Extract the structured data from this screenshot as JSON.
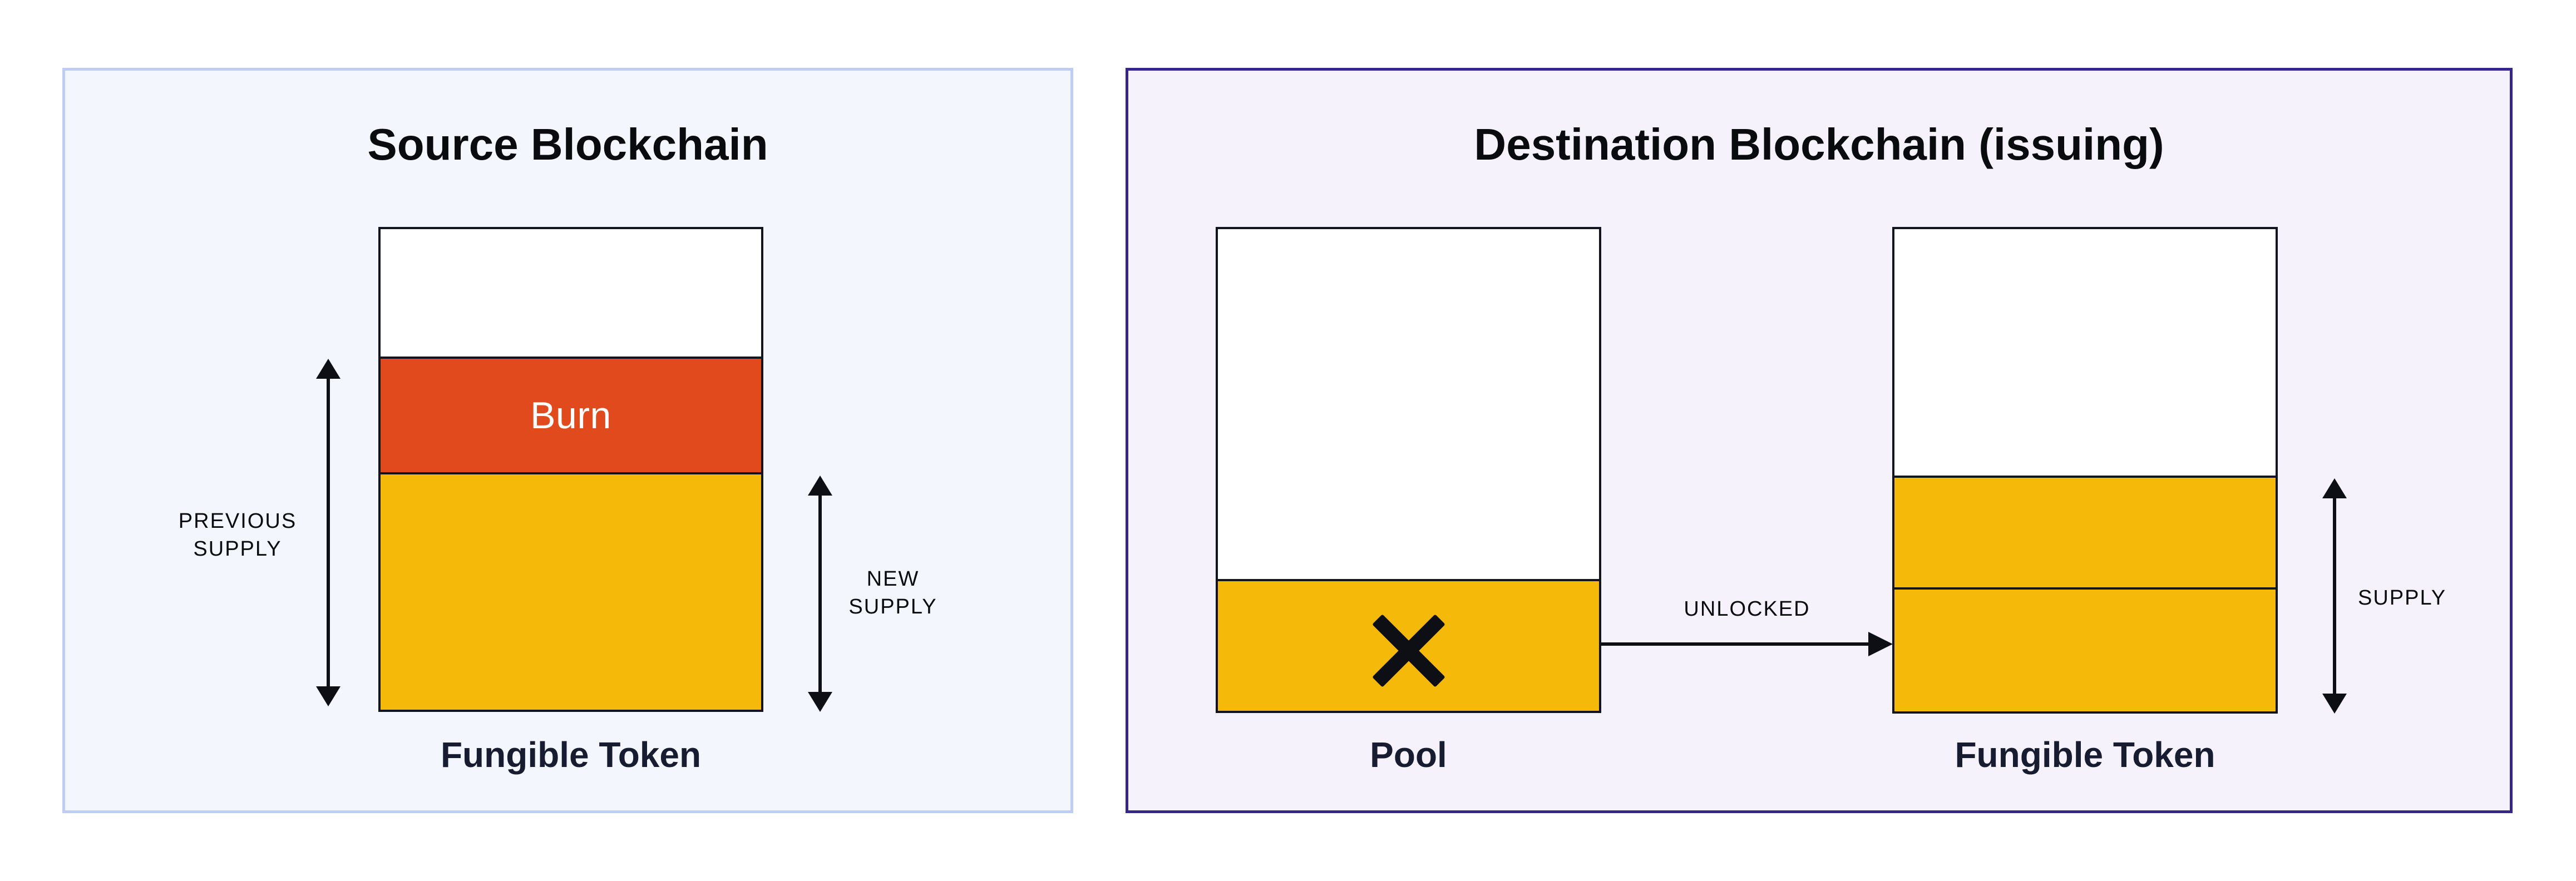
{
  "page": {
    "background": "#FFFFFF"
  },
  "source_panel": {
    "title": "Source Blockchain",
    "background": "#F3F6FC",
    "border_color": "#BECDF3",
    "bar": {
      "caption": "Fungible Token",
      "segments": [
        {
          "name": "empty",
          "color": "#FFFFFF",
          "label": ""
        },
        {
          "name": "burn",
          "color": "#E04A1C",
          "label": "Burn"
        },
        {
          "name": "remaining-supply",
          "color": "#F5B90A",
          "label": ""
        }
      ]
    },
    "previous_supply": {
      "line1": "PREVIOUS",
      "line2": "SUPPLY"
    },
    "new_supply": {
      "line1": "NEW",
      "line2": "SUPPLY"
    }
  },
  "destination_panel": {
    "title": "Destination Blockchain (issuing)",
    "background": "#F5F2FB",
    "border_color": "#37268A",
    "pool_bar": {
      "caption": "Pool",
      "segments": [
        {
          "name": "empty",
          "color": "#FFFFFF",
          "label": ""
        },
        {
          "name": "locked-tokens-released",
          "color": "#F5B90A",
          "label": ""
        }
      ],
      "cross_mark": "x-mark"
    },
    "token_bar": {
      "caption": "Fungible Token",
      "segments": [
        {
          "name": "empty",
          "color": "#FFFFFF",
          "label": ""
        },
        {
          "name": "existing-supply",
          "color": "#F5B90A",
          "label": ""
        },
        {
          "name": "unlocked-supply",
          "color": "#F5B90A",
          "label": ""
        }
      ]
    },
    "unlocked_label": "UNLOCKED",
    "supply_label": "SUPPLY"
  },
  "colors": {
    "burn_orange": "#E04A1C",
    "supply_yellow": "#F5B90A",
    "ink": "#0D0F14",
    "caption_navy": "#171C30",
    "source_border": "#BECDF3",
    "source_background": "#F3F6FC",
    "destination_border": "#37268A",
    "destination_background": "#F5F2FB"
  }
}
